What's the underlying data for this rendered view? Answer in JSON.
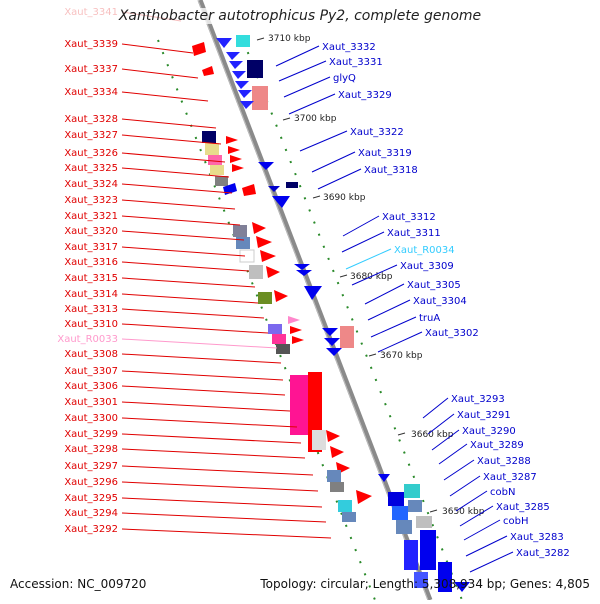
{
  "title": "Xanthobacter autotrophicus Py2, complete genome",
  "footer": {
    "accession": "Accession: NC_009720",
    "info": "Topology: circular; Length: 5,308,934 bp; Genes: 4,805"
  },
  "ticks": [
    "3710 kbp",
    "3700 kbp",
    "3690 kbp",
    "3680 kbp",
    "3670 kbp",
    "3660 kbp",
    "3650 kbp"
  ],
  "left_labels": [
    {
      "text": "Xaut_3341",
      "color": "#e00000"
    },
    {
      "text": "Xaut_3339",
      "color": "#e00000"
    },
    {
      "text": "Xaut_3337",
      "color": "#e00000"
    },
    {
      "text": "Xaut_3334",
      "color": "#e00000"
    },
    {
      "text": "Xaut_3328",
      "color": "#e00000"
    },
    {
      "text": "Xaut_3327",
      "color": "#e00000"
    },
    {
      "text": "Xaut_3326",
      "color": "#e00000"
    },
    {
      "text": "Xaut_3325",
      "color": "#e00000"
    },
    {
      "text": "Xaut_3324",
      "color": "#e00000"
    },
    {
      "text": "Xaut_3323",
      "color": "#e00000"
    },
    {
      "text": "Xaut_3321",
      "color": "#e00000"
    },
    {
      "text": "Xaut_3320",
      "color": "#e00000"
    },
    {
      "text": "Xaut_3317",
      "color": "#e00000"
    },
    {
      "text": "Xaut_3316",
      "color": "#e00000"
    },
    {
      "text": "Xaut_3315",
      "color": "#e00000"
    },
    {
      "text": "Xaut_3314",
      "color": "#e00000"
    },
    {
      "text": "Xaut_3313",
      "color": "#e00000"
    },
    {
      "text": "Xaut_3310",
      "color": "#e00000"
    },
    {
      "text": "Xaut_R0033",
      "color": "#ff99cc"
    },
    {
      "text": "Xaut_3308",
      "color": "#e00000"
    },
    {
      "text": "Xaut_3307",
      "color": "#e00000"
    },
    {
      "text": "Xaut_3306",
      "color": "#e00000"
    },
    {
      "text": "Xaut_3301",
      "color": "#e00000"
    },
    {
      "text": "Xaut_3300",
      "color": "#e00000"
    },
    {
      "text": "Xaut_3299",
      "color": "#e00000"
    },
    {
      "text": "Xaut_3298",
      "color": "#e00000"
    },
    {
      "text": "Xaut_3297",
      "color": "#e00000"
    },
    {
      "text": "Xaut_3296",
      "color": "#e00000"
    },
    {
      "text": "Xaut_3295",
      "color": "#e00000"
    },
    {
      "text": "Xaut_3294",
      "color": "#e00000"
    },
    {
      "text": "Xaut_3292",
      "color": "#e00000"
    }
  ],
  "right_labels": [
    {
      "text": "Xaut_3332",
      "color": "#0000cc"
    },
    {
      "text": "Xaut_3331",
      "color": "#0000cc"
    },
    {
      "text": "glyQ",
      "color": "#0000cc"
    },
    {
      "text": "Xaut_3329",
      "color": "#0000cc"
    },
    {
      "text": "Xaut_3322",
      "color": "#0000cc"
    },
    {
      "text": "Xaut_3319",
      "color": "#0000cc"
    },
    {
      "text": "Xaut_3318",
      "color": "#0000cc"
    },
    {
      "text": "Xaut_3312",
      "color": "#0000cc"
    },
    {
      "text": "Xaut_3311",
      "color": "#0000cc"
    },
    {
      "text": "Xaut_R0034",
      "color": "#33ccff"
    },
    {
      "text": "Xaut_3309",
      "color": "#0000cc"
    },
    {
      "text": "Xaut_3305",
      "color": "#0000cc"
    },
    {
      "text": "Xaut_3304",
      "color": "#0000cc"
    },
    {
      "text": "truA",
      "color": "#0000cc"
    },
    {
      "text": "Xaut_3302",
      "color": "#0000cc"
    },
    {
      "text": "Xaut_3293",
      "color": "#0000cc"
    },
    {
      "text": "Xaut_3291",
      "color": "#0000cc"
    },
    {
      "text": "Xaut_3290",
      "color": "#0000cc"
    },
    {
      "text": "Xaut_3289",
      "color": "#0000cc"
    },
    {
      "text": "Xaut_3288",
      "color": "#0000cc"
    },
    {
      "text": "Xaut_3287",
      "color": "#0000cc"
    },
    {
      "text": "cobN",
      "color": "#0000cc"
    },
    {
      "text": "Xaut_3285",
      "color": "#0000cc"
    },
    {
      "text": "cobH",
      "color": "#0000cc"
    },
    {
      "text": "Xaut_3283",
      "color": "#0000cc"
    },
    {
      "text": "Xaut_3282",
      "color": "#0000cc"
    }
  ]
}
